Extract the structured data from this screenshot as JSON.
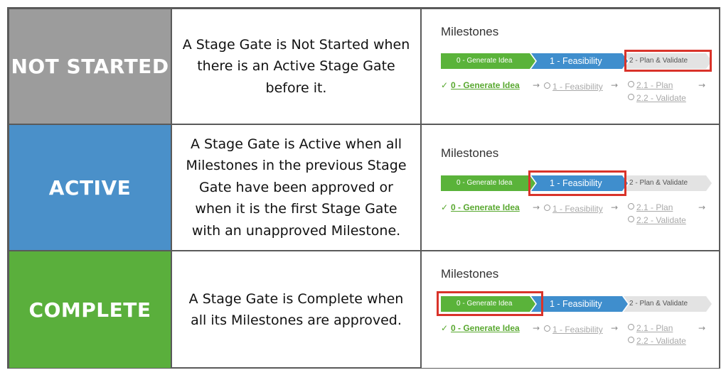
{
  "colors": {
    "not_started": "#9c9c9c",
    "active": "#4a90c9",
    "complete": "#5aaf3c",
    "chevron_green": "#5ab33a",
    "chevron_blue": "#3f8ecd",
    "chevron_gray": "#e3e3e3",
    "highlight": "#d9332a"
  },
  "rows": [
    {
      "status": "NOT STARTED",
      "description": "A Stage Gate is Not Started when there is an Active Stage Gate before it.",
      "milestones_title": "Milestones",
      "highlight": "plan_validate"
    },
    {
      "status": "ACTIVE",
      "description": "A Stage Gate is Active when all Milestones in the previous Stage Gate have been approved or when it is the first Stage Gate with an unapproved Milestone.",
      "milestones_title": "Milestones",
      "highlight": "feasibility"
    },
    {
      "status": "COMPLETE",
      "description": "A Stage Gate is Complete when all its Milestones are approved.",
      "milestones_title": "Milestones",
      "highlight": "generate_idea"
    }
  ],
  "stages": {
    "generate_idea": "0 - Generate Idea",
    "feasibility": "1 - Feasibility",
    "plan_validate": "2 - Plan & Validate"
  },
  "subitems": {
    "generate_idea": "0 - Generate Idea",
    "feasibility": "1 - Feasibility",
    "plan": "2.1 - Plan",
    "validate": "2.2 - Validate"
  },
  "icons": {
    "check": "check-icon",
    "arrow": "arrow-right-icon",
    "circle": "circle-icon"
  }
}
